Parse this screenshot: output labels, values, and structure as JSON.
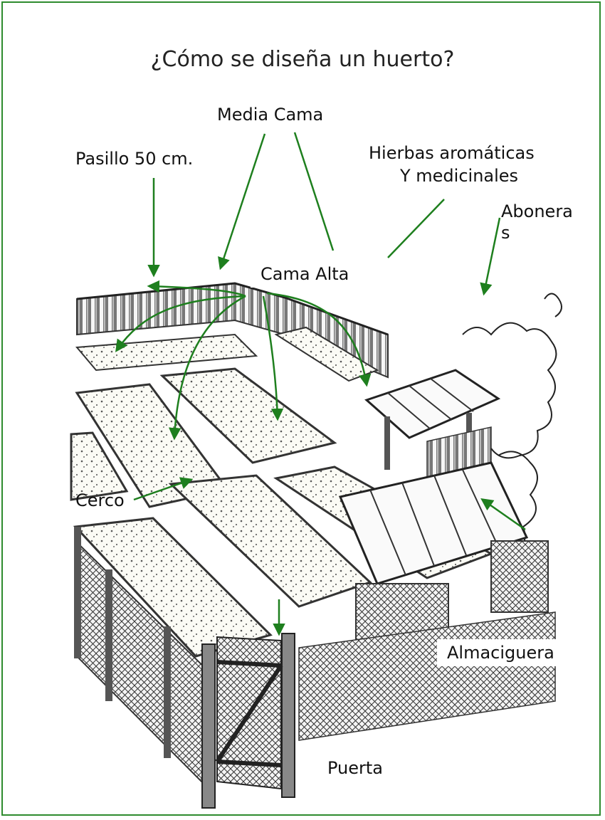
{
  "title": "¿Cómo se diseña un huerto?",
  "labels": {
    "media_cama": "Media Cama",
    "pasillo": "Pasillo 50 cm.",
    "hierbas_1": "Hierbas aromáticas",
    "hierbas_2": "Y medicinales",
    "abonera_1": "Abonera",
    "abonera_2": "s",
    "cama_alta": "Cama Alta",
    "cerco": "Cerco",
    "almaciguera": "Almaciguera",
    "puerta": "Puerta"
  },
  "colors": {
    "arrow": "#1e7f1e",
    "frame": "#2e8b2e",
    "ink": "#222222"
  }
}
